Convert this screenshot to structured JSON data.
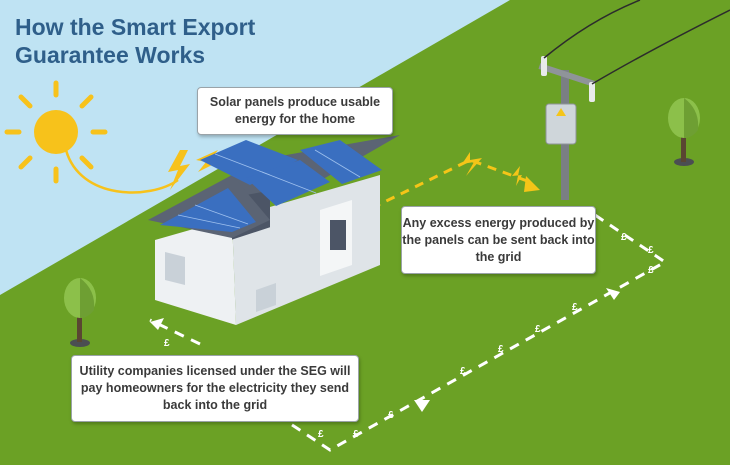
{
  "title": {
    "line1": "How the Smart Export",
    "line2": "Guarantee Works"
  },
  "callouts": {
    "solar": "Solar panels produce usable energy for the home",
    "excess": "Any excess energy produced by the panels can be sent back into the grid",
    "utility": "Utility companies licensed under the SEG will pay homeowners for the electricity they send back into the grid"
  },
  "colors": {
    "sky": "#bfe3f3",
    "grass": "#6ba125",
    "title": "#2f5f8a",
    "sun": "#f7c21b",
    "arrow": "#f5c518",
    "payment_path": "#ffffff",
    "panel": "#3a6fc0",
    "roof": "#5b6474"
  },
  "icons": [
    "sun-icon",
    "lightning-bolt-icon",
    "pound-sign-icon",
    "warning-icon"
  ]
}
